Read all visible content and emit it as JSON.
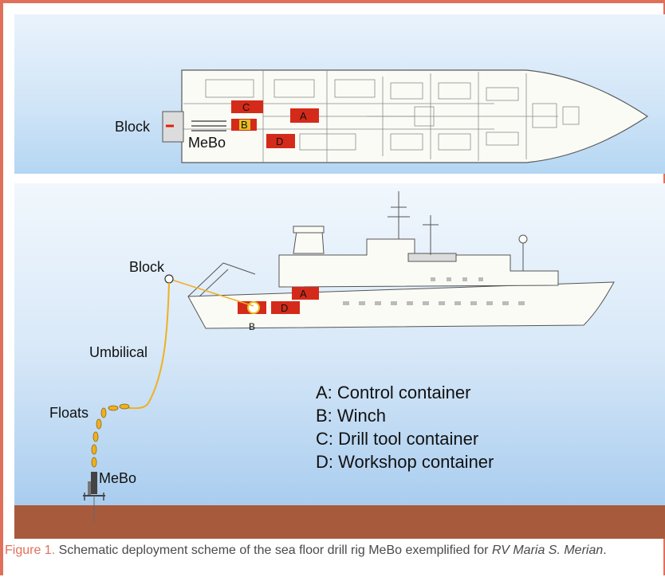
{
  "top_view": {
    "block_label": "Block",
    "mebo_label": "MeBo",
    "container_a": "A",
    "container_b": "B",
    "container_c": "C",
    "container_d": "D"
  },
  "side_view": {
    "block_label": "Block",
    "umbilical_label": "Umbilical",
    "floats_label": "Floats",
    "mebo_label": "MeBo",
    "container_a": "A",
    "container_d": "D",
    "winch_label": "B"
  },
  "legend": [
    "A: Control container",
    "B: Winch",
    "C: Drill tool container",
    "D: Workshop container"
  ],
  "caption": {
    "figure_label": "Figure 1.",
    "text": " Schematic deployment scheme of the sea floor drill rig MeBo exemplified for ",
    "vessel_name": "RV Maria S. Merian",
    "end": "."
  },
  "colors": {
    "border": "#e0705a",
    "container_red": "#d42a1a",
    "winch_yellow": "#e8c020",
    "umbilical": "#f0b020",
    "seafloor": "#a85a3c"
  }
}
